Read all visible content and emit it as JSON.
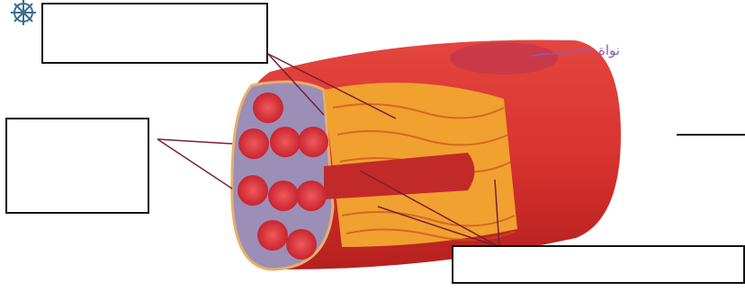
{
  "labels": {
    "nucleus": "نواة"
  },
  "answer_boxes": [
    {
      "id": "top-left",
      "value": ""
    },
    {
      "id": "left",
      "value": ""
    },
    {
      "id": "bottom-right",
      "value": ""
    },
    {
      "id": "right-line",
      "value": ""
    }
  ],
  "colors": {
    "muscle_red": "#d8332f",
    "muscle_dark": "#b5201e",
    "myofibril": "#e8403f",
    "sarcoplasmic": "#f0a12f",
    "leader_line": "#7a1c3a",
    "nucleus_label": "#8a5bb8"
  },
  "icons": {
    "corner": "ship-wheel-icon"
  }
}
